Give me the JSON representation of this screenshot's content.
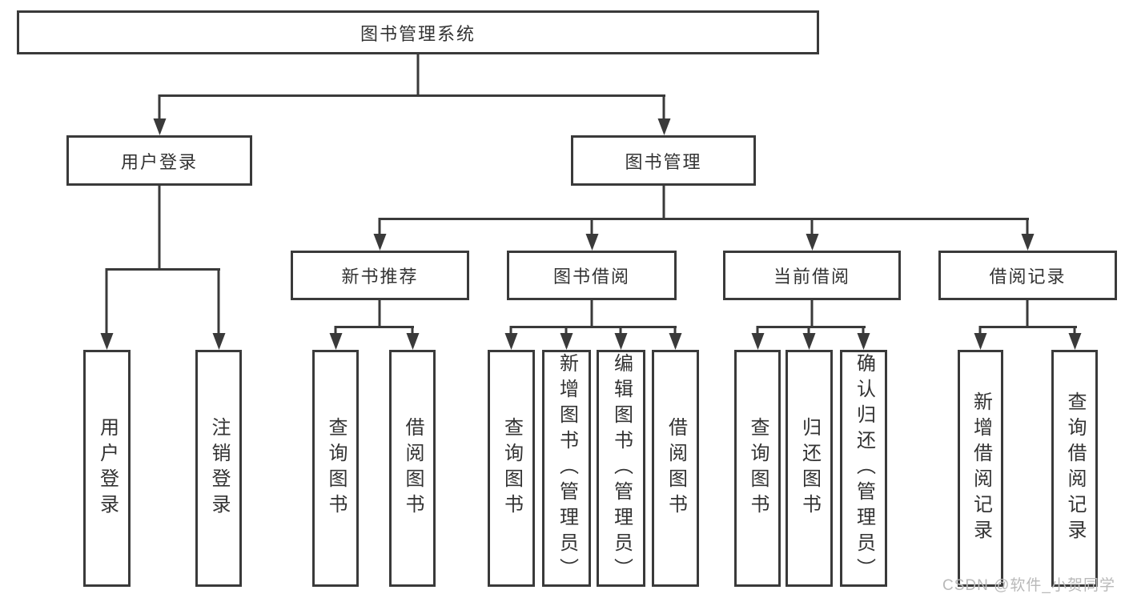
{
  "diagram": {
    "type": "tree-diagram",
    "root": {
      "label": "图书管理系统"
    },
    "level1": [
      {
        "label": "用户登录"
      },
      {
        "label": "图书管理"
      }
    ],
    "level2": [
      {
        "label": "新书推荐",
        "parent": "图书管理"
      },
      {
        "label": "图书借阅",
        "parent": "图书管理"
      },
      {
        "label": "当前借阅",
        "parent": "图书管理"
      },
      {
        "label": "借阅记录",
        "parent": "图书管理"
      }
    ],
    "leaves": [
      {
        "label": "用户登录",
        "parent": "用户登录"
      },
      {
        "label": "注销登录",
        "parent": "用户登录"
      },
      {
        "label": "查询图书",
        "parent": "新书推荐"
      },
      {
        "label": "借阅图书",
        "parent": "新书推荐"
      },
      {
        "label": "查询图书",
        "parent": "图书借阅"
      },
      {
        "label": "新增图书（管理员）",
        "parent": "图书借阅"
      },
      {
        "label": "编辑图书（管理员）",
        "parent": "图书借阅"
      },
      {
        "label": "借阅图书",
        "parent": "图书借阅"
      },
      {
        "label": "查询图书",
        "parent": "当前借阅"
      },
      {
        "label": "归还图书",
        "parent": "当前借阅"
      },
      {
        "label": "确认归还（管理员）",
        "parent": "当前借阅"
      },
      {
        "label": "新增借阅记录",
        "parent": "借阅记录"
      },
      {
        "label": "查询借阅记录",
        "parent": "借阅记录"
      }
    ]
  },
  "watermark": {
    "text": "CSDN @软件_小贺同学"
  },
  "colors": {
    "line": "#3a3a3a",
    "box_background": "#ffffff",
    "text": "#333333",
    "watermark": "#b9b9b9"
  }
}
